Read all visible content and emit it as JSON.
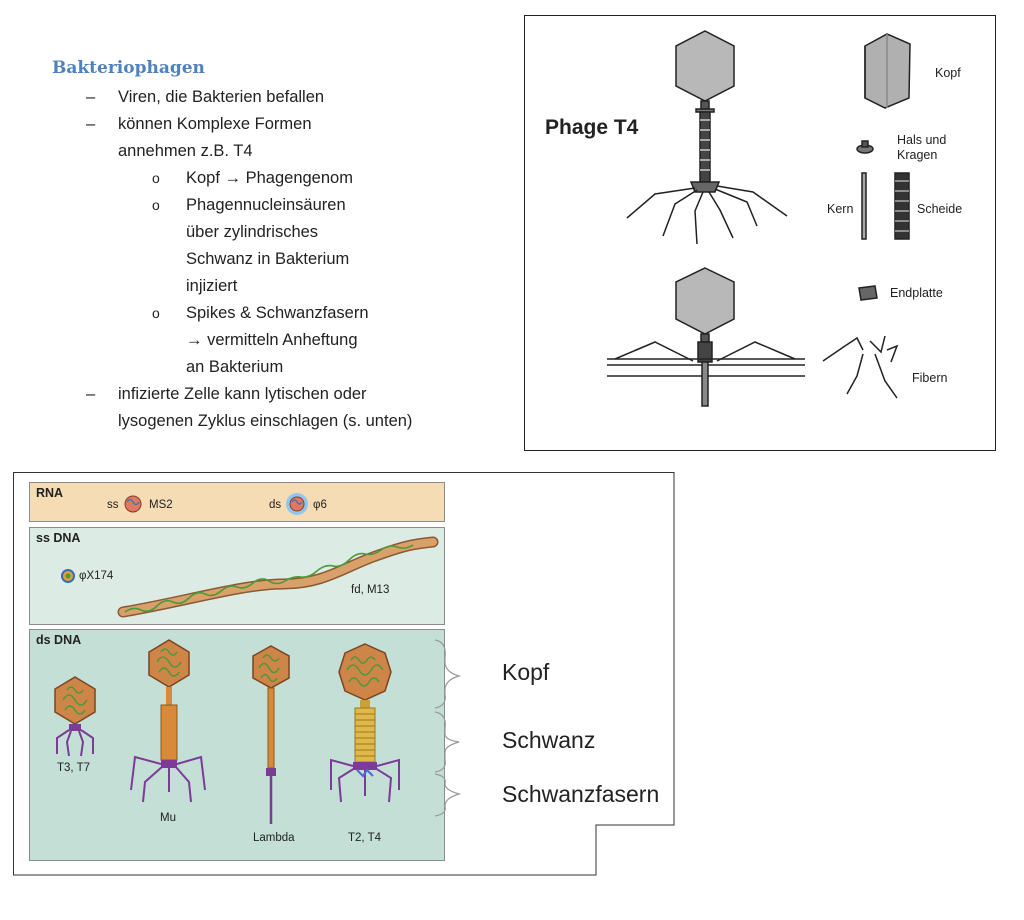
{
  "notes": {
    "heading": "Bakteriophagen",
    "bullets": [
      {
        "marker": "–",
        "lines": [
          "Viren, die Bakterien befallen"
        ]
      },
      {
        "marker": "–",
        "lines": [
          "können Komplexe Formen",
          "annehmen z.B. T4"
        ]
      }
    ],
    "sub_bullets": [
      {
        "marker": "o",
        "lines": [
          "Kopf → Phagengenom"
        ]
      },
      {
        "marker": "o",
        "lines": [
          "Phagennucleinsäuren",
          "über zylindrisches",
          "Schwanz in Bakterium",
          "injiziert"
        ]
      },
      {
        "marker": "o",
        "lines": [
          "Spikes & Schwanzfasern",
          "→ vermitteln Anheftung",
          "an Bakterium"
        ]
      }
    ],
    "last_bullet": {
      "marker": "–",
      "lines": [
        "infizierte Zelle kann lytischen oder",
        "lysogenen Zyklus einschlagen (s. unten)"
      ]
    }
  },
  "t4_figure": {
    "title": "Phage T4",
    "parts": [
      "Kopf",
      "Hals und\nKragen",
      "Kern",
      "Scheide",
      "Endplatte",
      "Fibern"
    ]
  },
  "phage_panel": {
    "rna": {
      "label": "RNA",
      "ss_prefix": "ss",
      "ss_name": "MS2",
      "ds_prefix": "ds",
      "ds_name": "φ6"
    },
    "ss_dna": {
      "label": "ss DNA",
      "small_phage": "φX174",
      "filament": "fd, M13"
    },
    "ds_dna": {
      "label": "ds DNA",
      "phages": [
        "T3, T7",
        "Mu",
        "Lambda",
        "T2, T4"
      ]
    },
    "structure_labels": [
      "Kopf",
      "Schwanz",
      "Schwanzfasern"
    ]
  },
  "colors": {
    "heading": "#4f81bd",
    "head_fill": "#cd8548",
    "dna_green": "#4a9a3c",
    "fiber_purple": "#7b3b96",
    "tail_gold": "#e0b84a"
  }
}
